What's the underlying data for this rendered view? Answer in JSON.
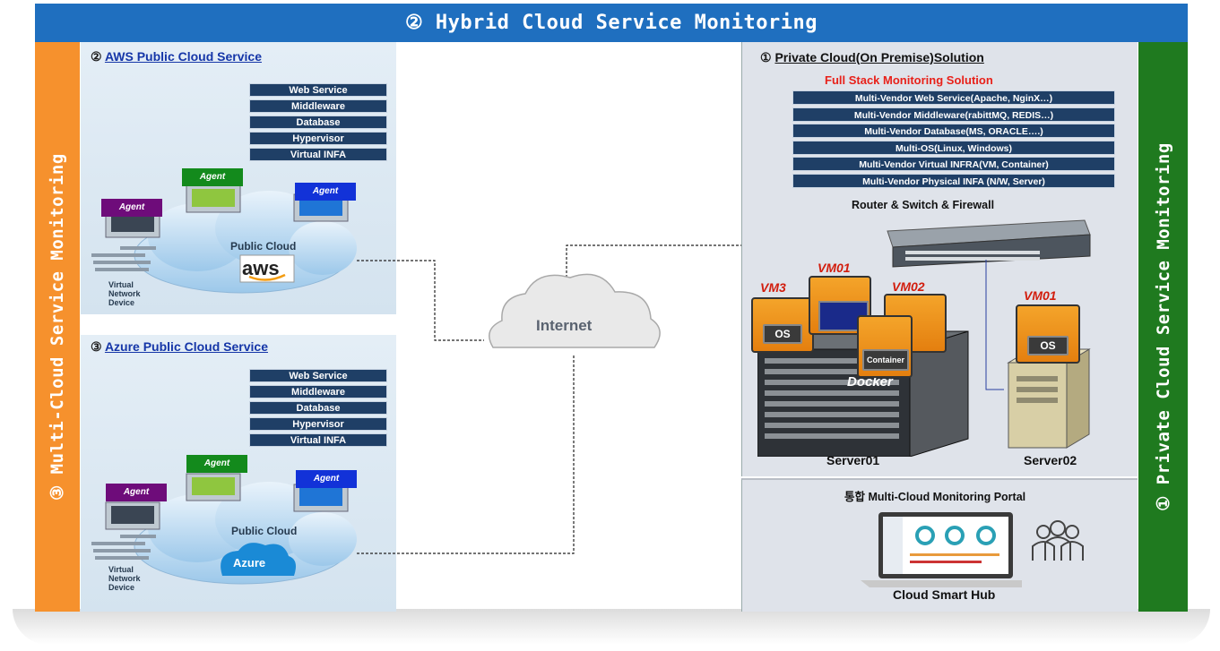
{
  "header": {
    "title": "② Hybrid Cloud Service Monitoring"
  },
  "left_bar": {
    "label": "③ Multi-Cloud Service Monitoring"
  },
  "right_bar": {
    "label": "① Private Cloud Service Monitoring"
  },
  "aws": {
    "num": "②",
    "title": "AWS Public Cloud Service",
    "stack": [
      "Web Service",
      "Middleware",
      "Database",
      "Hypervisor",
      "Virtual INFA"
    ],
    "agents": [
      "Agent",
      "Agent",
      "Agent"
    ],
    "cloud_label": "Public Cloud",
    "logo": "aws",
    "vnd": [
      "Virtual",
      "Network",
      "Device"
    ]
  },
  "azure": {
    "num": "③",
    "title": "Azure Public Cloud Service",
    "stack": [
      "Web Service",
      "Middleware",
      "Database",
      "Hypervisor",
      "Virtual INFA"
    ],
    "agents": [
      "Agent",
      "Agent",
      "Agent"
    ],
    "cloud_label": "Public Cloud",
    "logo": "Azure",
    "vnd": [
      "Virtual",
      "Network",
      "Device"
    ]
  },
  "internet": {
    "label": "Internet"
  },
  "private": {
    "num": "①",
    "title": "Private Cloud(On Premise)Solution",
    "subtitle": "Full Stack Monitoring Solution",
    "stack": [
      "Multi-Vendor Web Service(Apache, NginX…)",
      "Multi-Vendor Middleware(rabittMQ, REDIS…)",
      "Multi-Vendor Database(MS, ORACLE….)",
      "Multi-OS(Linux, Windows)",
      "Multi-Vendor Virtual INFRA(VM, Container)",
      "Multi-Vendor Physical INFA (N/W, Server)"
    ],
    "network_label": "Router & Switch & Firewall",
    "vms": {
      "vm3": "VM3",
      "vm01_left": "VM01",
      "vm02": "VM02",
      "vm01_right": "VM01"
    },
    "os": "OS",
    "container": "Container",
    "docker": "Docker",
    "server01": "Server01",
    "server02": "Server02"
  },
  "portal": {
    "title": "통합 Multi-Cloud Monitoring Portal",
    "product": "Cloud Smart Hub"
  },
  "colors": {
    "banner": "#1f6fbf",
    "left_bar": "#f6912d",
    "right_bar": "#1f7a1f",
    "stack_box": "#1f3f66",
    "subtitle_red": "#e8211a",
    "vm_label_red": "#d21d0d"
  }
}
